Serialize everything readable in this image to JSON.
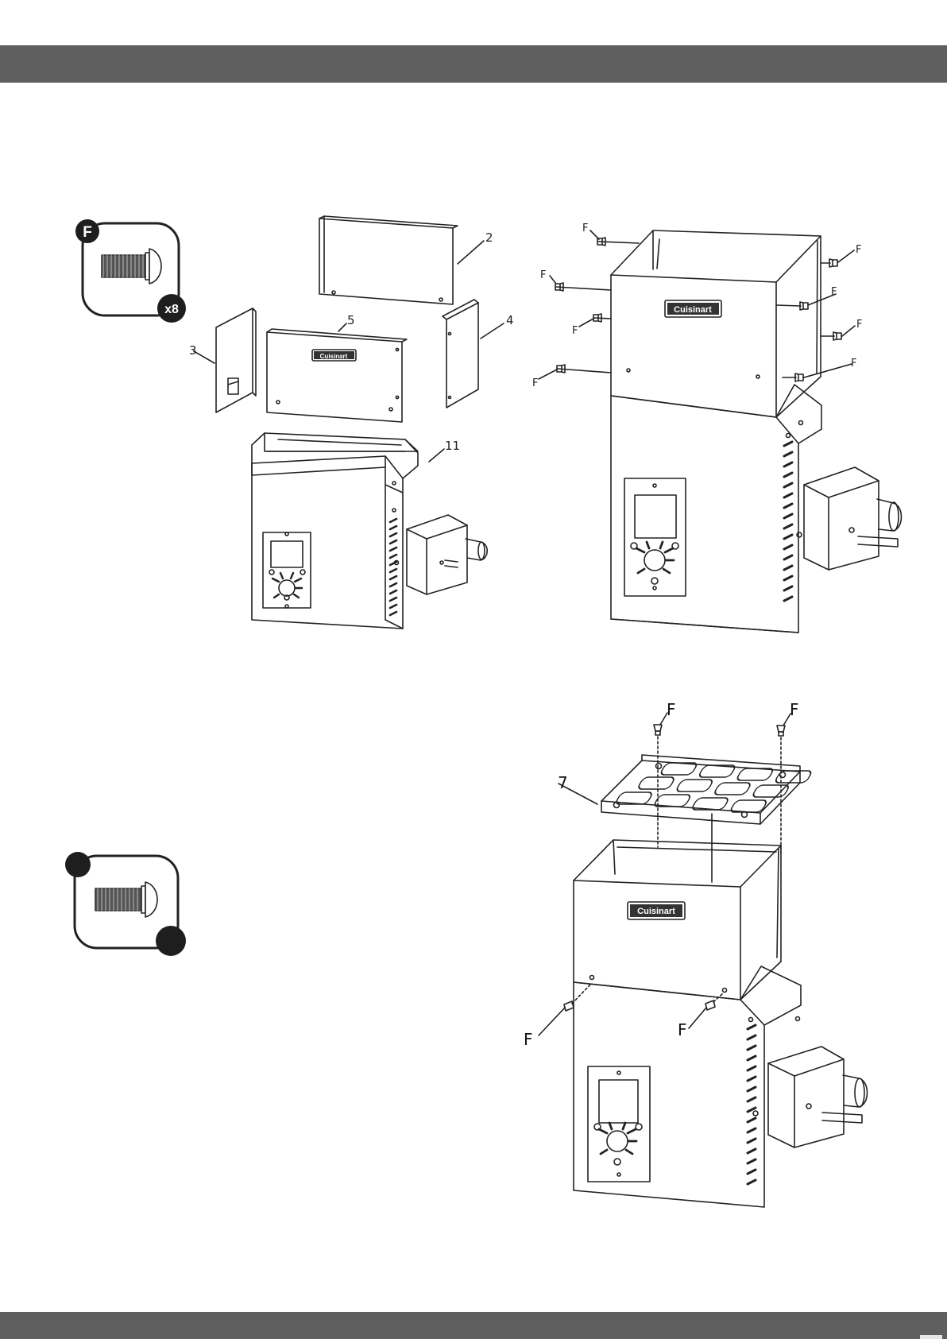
{
  "hardware_top": {
    "letter": "F",
    "quantity": "x8"
  },
  "hardware_bottom": {
    "letter": "",
    "quantity": ""
  },
  "brand": "Cuisinart",
  "callouts": {
    "part_2": "2",
    "part_3": "3",
    "part_4": "4",
    "part_5": "5",
    "part_11": "11",
    "part_7": "7",
    "screw": "F"
  },
  "colors": {
    "header_bar": "#5f5f60",
    "line": "#222222"
  }
}
